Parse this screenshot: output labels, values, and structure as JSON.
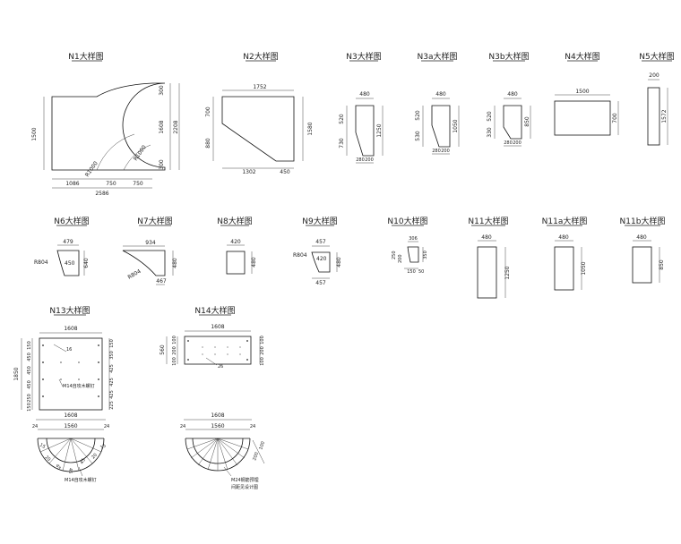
{
  "titles": {
    "n1": "N1大样图",
    "n2": "N2大样图",
    "n3": "N3大样图",
    "n3a": "N3a大样图",
    "n3b": "N3b大样图",
    "n4": "N4大样图",
    "n5": "N5大样图",
    "n6": "N6大样图",
    "n7": "N7大样图",
    "n8": "N8大样图",
    "n9": "N9大样图",
    "n10": "N10大样图",
    "n11": "N11大样图",
    "n11a": "N11a大样图",
    "n11b": "N11b大样图",
    "n13": "N13大样图",
    "n14": "N14大样图"
  },
  "n1": {
    "d1500": "1500",
    "d300a": "300",
    "d1608": "1608",
    "d2208": "2208",
    "d300b": "300",
    "r1000a": "R1000",
    "r1000b": "R1000",
    "d1086": "1086",
    "d750a": "750",
    "d750b": "750",
    "d2586": "2586"
  },
  "n2": {
    "d1752": "1752",
    "d700": "700",
    "d880": "880",
    "d1580": "1580",
    "d1302": "1302",
    "d450": "450"
  },
  "n3": {
    "d480": "480",
    "d520": "520",
    "d730": "730",
    "d1250": "1250",
    "d280": "280",
    "d200": "200"
  },
  "n3a": {
    "d480": "480",
    "d520": "520",
    "d530": "530",
    "d1050": "1050",
    "d280": "280",
    "d200": "200"
  },
  "n3b": {
    "d480": "480",
    "d520": "520",
    "d330": "330",
    "d850": "850",
    "d280": "280",
    "d200": "200"
  },
  "n4": {
    "d1500": "1500",
    "d700": "700"
  },
  "n5": {
    "d200": "200",
    "d1572": "1572"
  },
  "n6": {
    "d479": "479",
    "r804": "R804",
    "d450": "450",
    "d640": "640"
  },
  "n7": {
    "d934": "934",
    "r804": "R804",
    "d480": "480",
    "d467": "467"
  },
  "n8": {
    "d420": "420",
    "d480": "480"
  },
  "n9": {
    "d457a": "457",
    "r804": "R804",
    "d420": "420",
    "d480": "480",
    "d457b": "457"
  },
  "n10": {
    "d306": "306",
    "d250": "250",
    "d200": "200",
    "d350": "350",
    "d150": "150",
    "d50": "50"
  },
  "n11": {
    "d480": "480",
    "d1250": "1250"
  },
  "n11a": {
    "d480": "480",
    "d1050": "1050"
  },
  "n11b": {
    "d480": "480",
    "d850": "850"
  },
  "n13": {
    "d1608": "1608",
    "d1850": "1850",
    "l150a": "150",
    "l450a": "450",
    "l450b": "450",
    "l450c": "450",
    "l250": "250",
    "l150b": "150",
    "r150": "150",
    "r350": "350",
    "r425a": "425",
    "r425b": "425",
    "r425c": "425",
    "r225": "225",
    "label16": "16",
    "bolt_note": "M14自攻木螺钉",
    "arc_1608": "1608",
    "arc_1560": "1560",
    "arc_24a": "24",
    "arc_24b": "24",
    "a15a": "15",
    "a20a": "20",
    "a45a": "45",
    "a45b": "45",
    "a45c": "45",
    "a20b": "20",
    "a15b": "15",
    "arc_note": "M14自攻木螺钉"
  },
  "n14": {
    "d1608": "1608",
    "d560": "560",
    "l100a": "100",
    "l200": "200",
    "l100b": "100",
    "r100a": "100",
    "r200": "200",
    "r100b": "100",
    "label26": "26",
    "arc_1608": "1608",
    "arc_1560": "1560",
    "arc_24a": "24",
    "arc_24b": "24",
    "a200": "200",
    "a100": "100",
    "note1": "M24钢筋预埋",
    "note2": "间距见设计图"
  }
}
